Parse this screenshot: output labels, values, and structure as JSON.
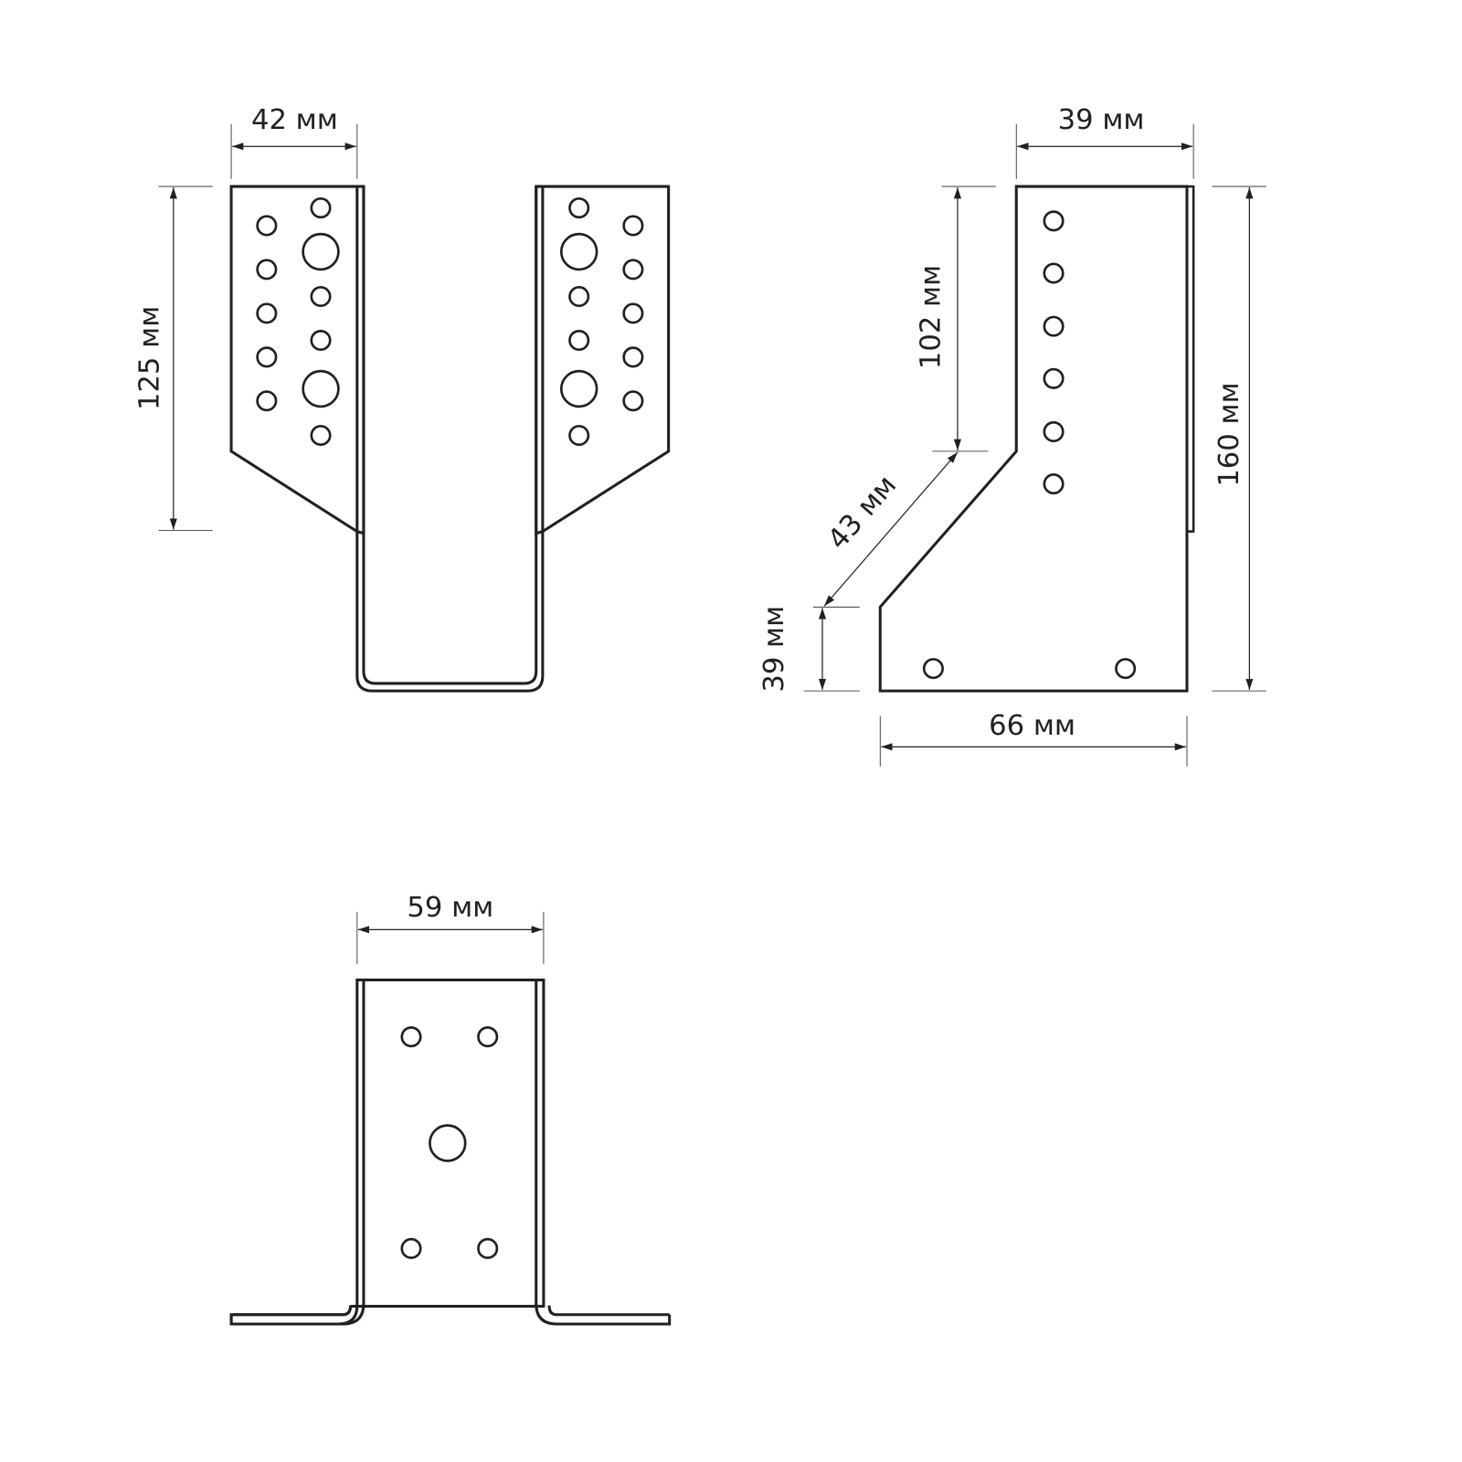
{
  "front_view": {
    "width_label": "42 мм",
    "height_label": "125 мм"
  },
  "side_view": {
    "top_width_label": "39 мм",
    "upper_height_label": "102 мм",
    "total_height_label": "160 мм",
    "diagonal_label": "43 мм",
    "lower_height_label": "39 мм",
    "base_width_label": "66 мм"
  },
  "bottom_view": {
    "width_label": "59 мм"
  },
  "colors": {
    "line": "#231f20",
    "background": "#ffffff"
  }
}
